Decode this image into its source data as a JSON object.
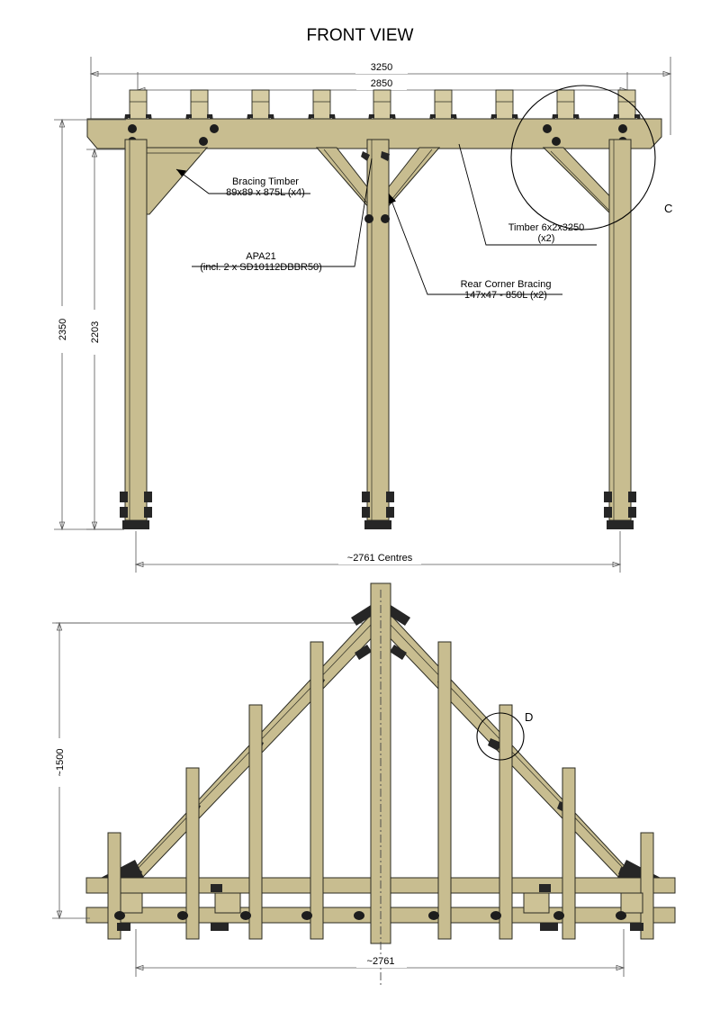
{
  "drawing": {
    "title": "FRONT VIEW",
    "timber_color": "#c8bd90",
    "line_color": "#2b2b22"
  },
  "front_view": {
    "dimensions": {
      "overall_width": "3250",
      "inner_width": "2850",
      "overall_height": "2350",
      "clear_height": "2203",
      "post_centres": "~2761 Centres"
    },
    "annotations": [
      {
        "id": "bracing-timber",
        "line1": "Bracing Timber",
        "line2": "89x89 x 875L (x4)"
      },
      {
        "id": "apa21",
        "line1": "APA21",
        "line2": "(incl. 2 x SD10112DBBR50)"
      },
      {
        "id": "rear-corner-bracing",
        "line1": "Rear Corner Bracing",
        "line2": "147x47 - 850L (x2)"
      },
      {
        "id": "timber-rafter",
        "line1": "Timber 6x2x3250",
        "line2": "(x2)"
      }
    ],
    "detail_marker": "C",
    "rafter_count": 9,
    "post_count": 3
  },
  "side_view": {
    "dimensions": {
      "height": "~1500",
      "width": "~2761"
    },
    "detail_marker": "D",
    "post_count": 9
  }
}
